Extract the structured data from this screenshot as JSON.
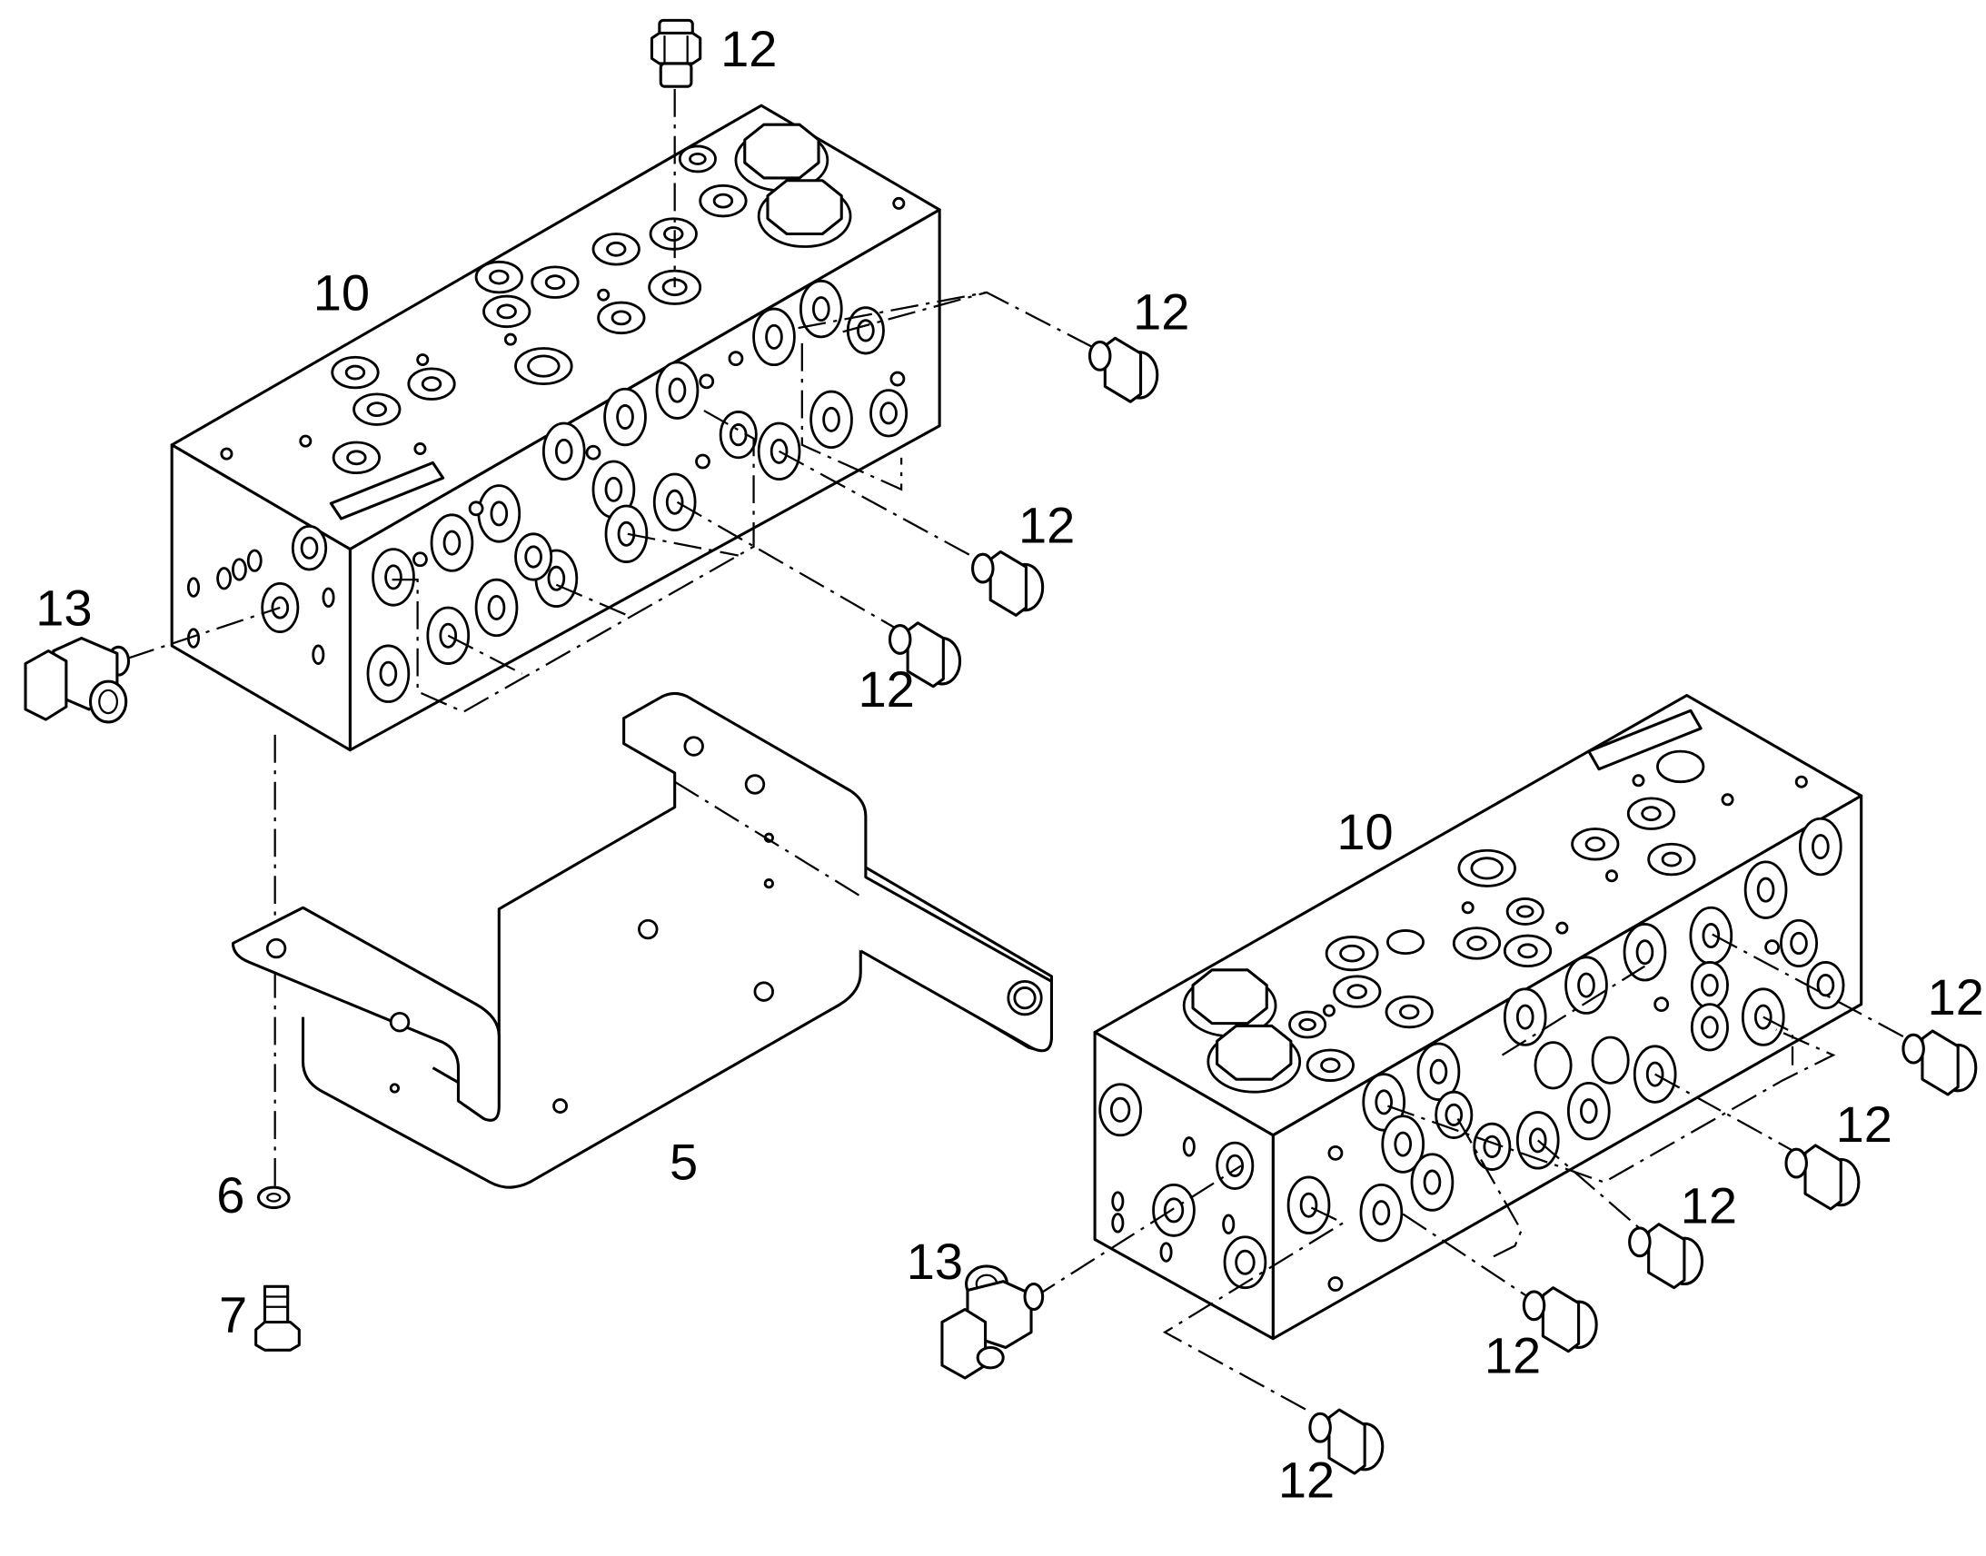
{
  "diagram": {
    "callouts": {
      "fitting_top": "12",
      "block_upper": "10",
      "fitting_r1": "12",
      "fitting_r2": "12",
      "fitting_r3": "12",
      "tee_upper": "13",
      "block_lower": "10",
      "bracket": "5",
      "washer": "6",
      "bolt": "7",
      "fitting_l1": "12",
      "fitting_l2": "12",
      "fitting_l3": "12",
      "fitting_l4": "12",
      "fitting_l5": "12",
      "tee_lower": "13"
    }
  },
  "colors": {
    "line": "#000000",
    "background": "#ffffff"
  }
}
